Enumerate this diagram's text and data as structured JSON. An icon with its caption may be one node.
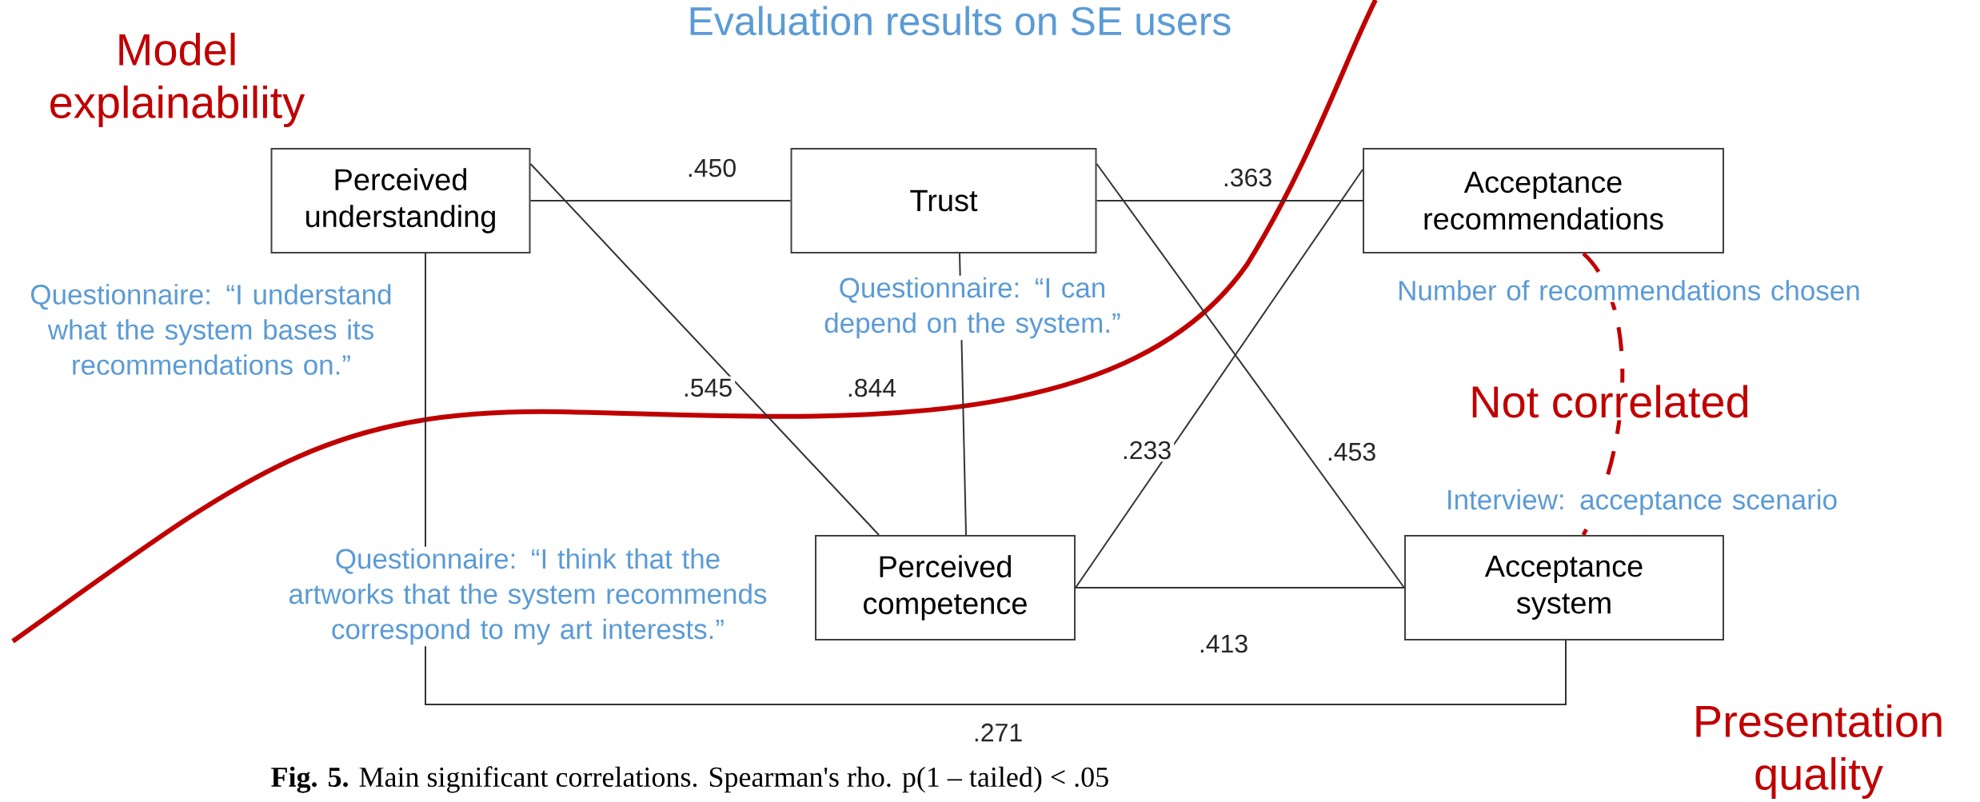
{
  "diagram": {
    "title": "Evaluation results on SE users",
    "caption": "**Fig. 5.** Main significant correlations. Spearman's rho. p(1 – tailed) < .05",
    "nodes": [
      {
        "text": [
          "Perceived understanding"
        ],
        "beside": [
          "Questionnaire: “I understand what the system bases its recommendations on.”"
        ]
      },
      {
        "text": [
          "Trust"
        ],
        "beside": [
          "Questionnaire: “I can depend on the system.”"
        ]
      },
      {
        "text": [
          "Acceptance recommendations"
        ],
        "beside": [
          "Number of recommendations chosen"
        ]
      },
      {
        "text": [
          "Perceived competence"
        ],
        "beside": [
          "Questionnaire: “I think that the artworks that the system recommends correspond to my art interests.”"
        ]
      },
      {
        "text": [
          "Acceptance system"
        ],
        "beside": [
          "Interview: acceptance scenario"
        ]
      }
    ],
    "edges": [
      {
        "from": 0,
        "to": 1,
        "arrow": "none",
        "label": ".450"
      },
      {
        "from": 1,
        "to": 2,
        "arrow": "none",
        "label": ".363"
      },
      {
        "from": 0,
        "to": 3,
        "arrow": "none",
        "label": ".545"
      },
      {
        "from": 1,
        "to": 3,
        "arrow": "none",
        "label": ".844"
      },
      {
        "from": 3,
        "to": 2,
        "arrow": "none",
        "label": ".233"
      },
      {
        "from": 1,
        "to": 4,
        "arrow": "none",
        "label": ".453"
      },
      {
        "from": 3,
        "to": 4,
        "arrow": "none",
        "label": ".413"
      },
      {
        "from": 0,
        "to": 4,
        "arrow": "none",
        "label": ".271"
      },
      {
        "from": 2,
        "to": 4,
        "arrow": "none",
        "label": "Not correlated",
        "style": "dashed",
        "color": "#c00000"
      }
    ],
    "labels": [
      "Model explainability",
      "Presentation quality"
    ]
  }
}
